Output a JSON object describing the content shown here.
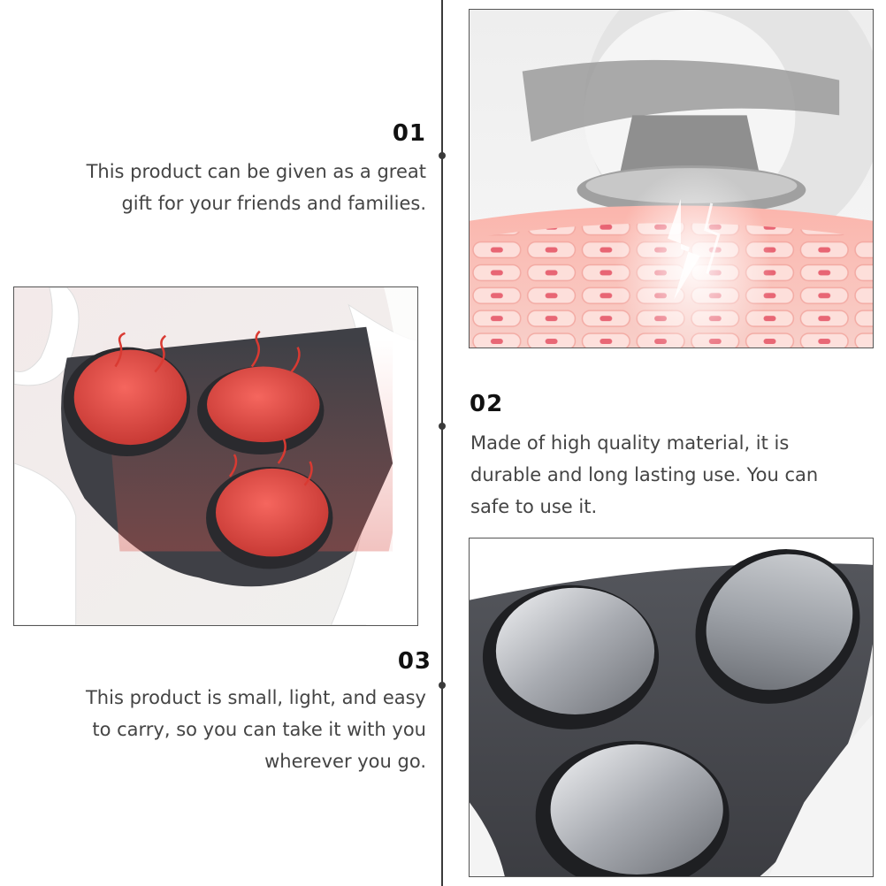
{
  "features": [
    {
      "number": "01",
      "text": "This product can be given as a great\ngift for your friends and families."
    },
    {
      "number": "02",
      "text": "Made of high quality material, it is\ndurable and long lasting use. You can\nsafe to use it."
    },
    {
      "number": "03",
      "text": "This product is small, light, and easy\nto carry, so you can take it with you\nwherever you go."
    }
  ],
  "colors": {
    "line": "#3a3a3a",
    "heat_red": "#e8473f",
    "skin_pink": "#f6a8a2",
    "device_gray": "#505258",
    "metal": "#b8bcc2"
  },
  "icons": {
    "photo_1": "ems-pulse-on-skin-illustration",
    "photo_2": "heated-massage-heads-illustration",
    "photo_3": "metal-electrode-heads-photo"
  }
}
